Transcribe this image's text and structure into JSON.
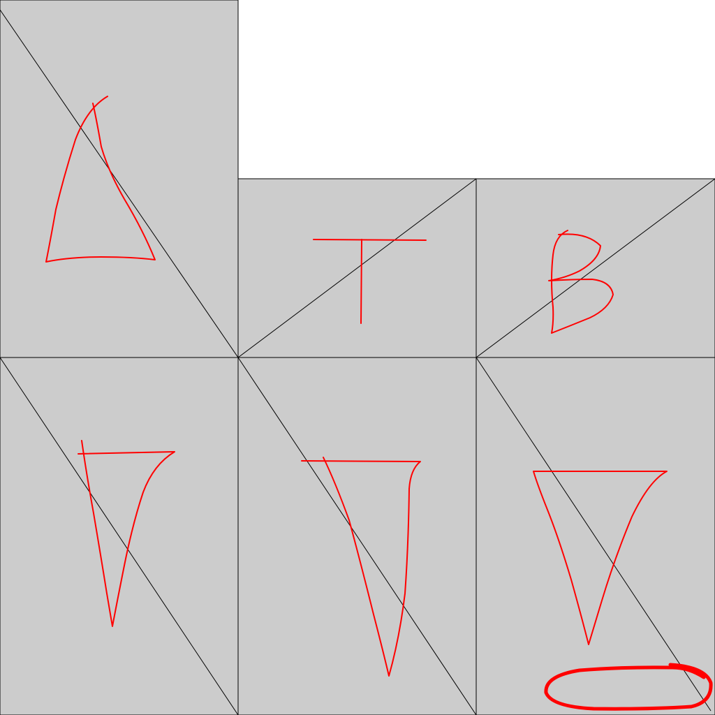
{
  "colors": {
    "background": "#ffffff",
    "panel_fill": "#cccccc",
    "panel_border": "#000000",
    "sketch_stroke": "#ff0000"
  },
  "panels": [
    {
      "name": "panel-top-left",
      "diagonal": "top-left-to-bottom-right",
      "sketch": "triangle-sketch"
    },
    {
      "name": "panel-middle-top",
      "diagonal": "bottom-left-to-top-right",
      "sketch": "letter-t-sketch"
    },
    {
      "name": "panel-right-top",
      "diagonal": "bottom-left-to-top-right",
      "sketch": "letter-b-sketch"
    },
    {
      "name": "panel-bottom-left",
      "diagonal": "top-left-to-bottom-right",
      "sketch": "inverted-triangle-sketch"
    },
    {
      "name": "panel-bottom-middle",
      "diagonal": "top-left-to-bottom-right",
      "sketch": "inverted-triangle-sketch"
    },
    {
      "name": "panel-bottom-right",
      "diagonal": "top-left-to-bottom-right",
      "sketch": "inverted-triangle-sketch"
    }
  ],
  "annotation": {
    "name": "red-ellipse-highlight"
  }
}
